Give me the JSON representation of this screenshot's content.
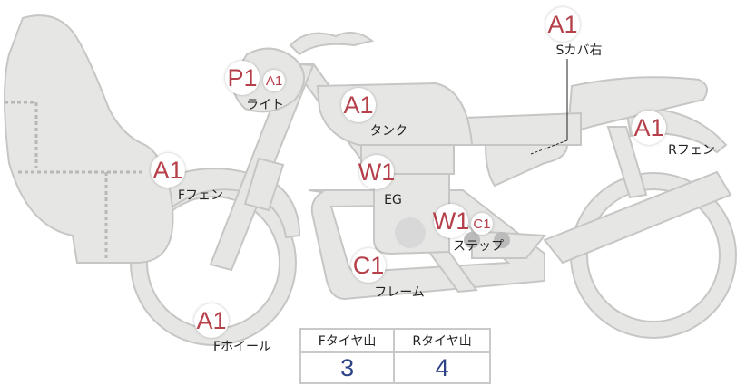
{
  "colors": {
    "body": "#e6e6e4",
    "stroke": "#c6c6c4",
    "badge": "#b5404a",
    "value": "#2e4288"
  },
  "parts": [
    {
      "id": "s-cover-right",
      "label": "Sカバ右",
      "grades": [
        "A1"
      ]
    },
    {
      "id": "light",
      "label": "ライト",
      "grades": [
        "P1",
        "A1"
      ]
    },
    {
      "id": "tank",
      "label": "タンク",
      "grades": [
        "A1"
      ]
    },
    {
      "id": "r-fender",
      "label": "Rフェン",
      "grades": [
        "A1"
      ]
    },
    {
      "id": "f-fender",
      "label": "Fフェン",
      "grades": [
        "A1"
      ]
    },
    {
      "id": "engine",
      "label": "EG",
      "grades": [
        "W1"
      ]
    },
    {
      "id": "step",
      "label": "ステップ",
      "grades": [
        "W1",
        "C1"
      ]
    },
    {
      "id": "frame",
      "label": "フレーム",
      "grades": [
        "C1"
      ]
    },
    {
      "id": "f-wheel",
      "label": "Fホイール",
      "grades": [
        "A1"
      ]
    }
  ],
  "tires": {
    "headers": [
      "Fタイヤ山",
      "Rタイヤ山"
    ],
    "values": [
      "3",
      "4"
    ]
  }
}
